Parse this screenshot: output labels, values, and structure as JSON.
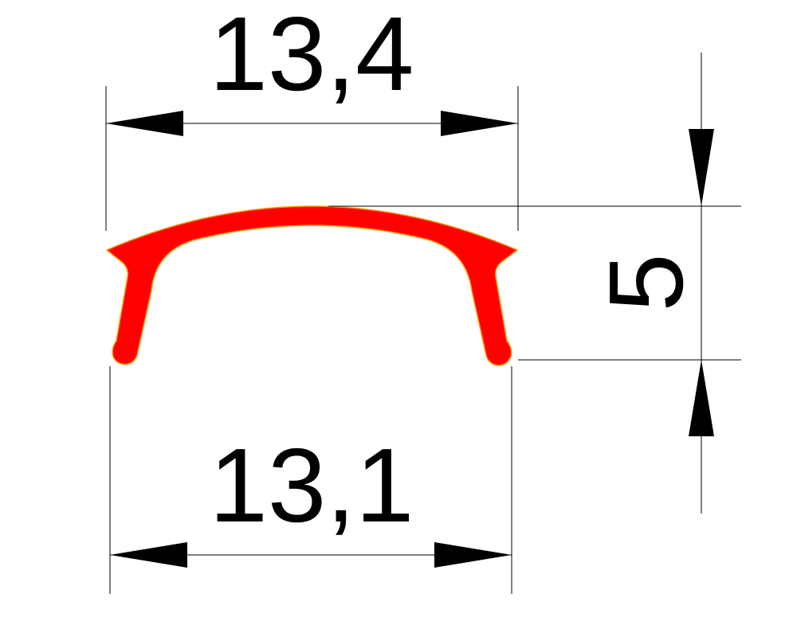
{
  "dimensions": {
    "top_width": "13,4",
    "bottom_width": "13,1",
    "height": "5"
  },
  "colors": {
    "profile_fill": "#ff0000",
    "profile_outline": "#ff9900",
    "lines": "#000000"
  }
}
